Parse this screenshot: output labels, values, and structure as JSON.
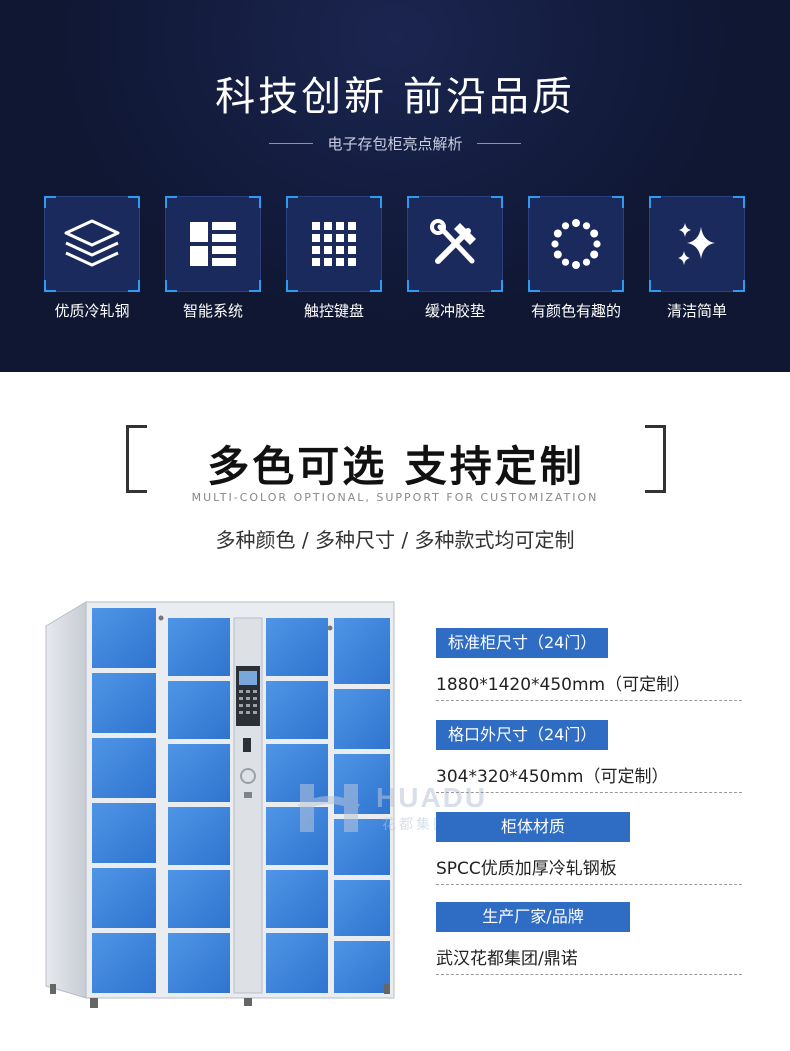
{
  "banner": {
    "title": "科技创新 前沿品质",
    "subtitle": "电子存包柜亮点解析",
    "features": [
      {
        "label": "优质冷轧钢",
        "icon": "layers-icon"
      },
      {
        "label": "智能系统",
        "icon": "list-grid-icon"
      },
      {
        "label": "触控键盘",
        "icon": "keypad-icon"
      },
      {
        "label": "缓冲胶垫",
        "icon": "tools-icon"
      },
      {
        "label": "有颜色有趣的",
        "icon": "dot-ring-icon"
      },
      {
        "label": "清洁简单",
        "icon": "sparkle-icon"
      }
    ]
  },
  "custom": {
    "title": "多色可选 支持定制",
    "subtitle_en": "MULTI-COLOR OPTIONAL, SUPPORT FOR CUSTOMIZATION",
    "description": "多种颜色 / 多种尺寸 / 多种款式均可定制"
  },
  "watermark": {
    "letters": "HUADU",
    "chinese": "花都集团"
  },
  "specs": [
    {
      "label": "标准柜尺寸（24门）",
      "value": "1880*1420*450mm（可定制）"
    },
    {
      "label": "格口外尺寸（24门）",
      "value": "304*320*450mm（可定制）"
    },
    {
      "label": "柜体材质",
      "value": "SPCC优质加厚冷轧钢板"
    },
    {
      "label": "生产厂家/品牌",
      "value": "武汉花都集团/鼎诺"
    }
  ],
  "colors": {
    "banner_bg": "#0f1733",
    "accent": "#2c9bf0",
    "spec_label_bg": "#2f6cc4",
    "locker_door": "#3f86dc"
  }
}
